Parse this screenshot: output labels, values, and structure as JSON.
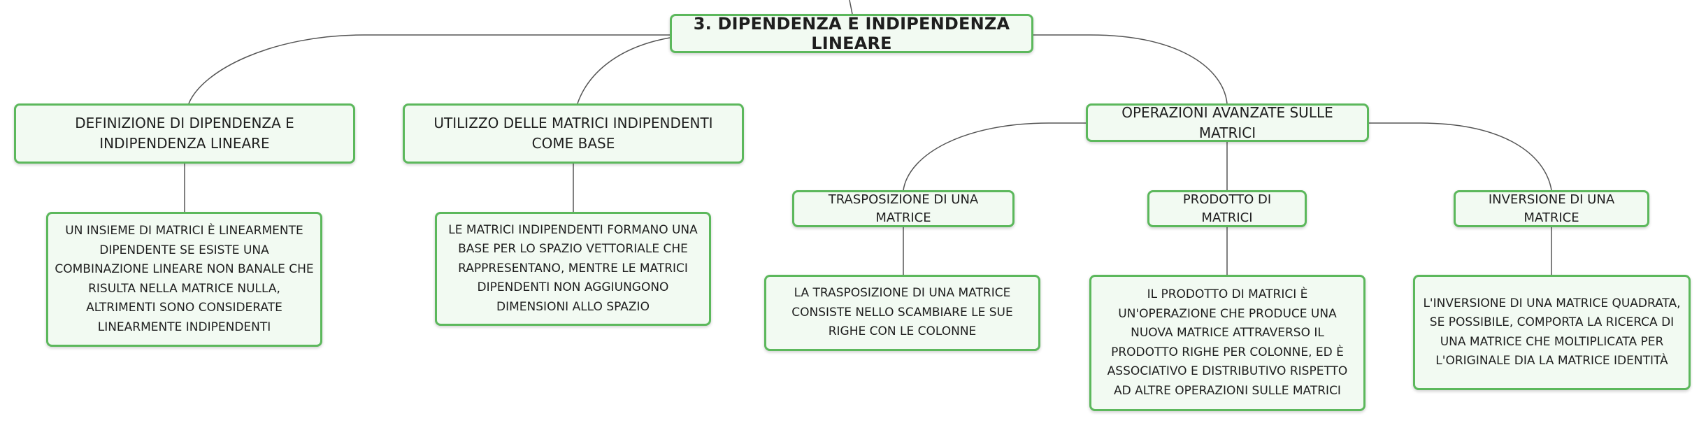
{
  "root": {
    "title": "3. DIPENDENZA E INDIPENDENZA LINEARE"
  },
  "branches": {
    "definizione": {
      "title": "DEFINIZIONE DI DIPENDENZA E INDIPENDENZA LINEARE",
      "description": "UN INSIEME DI MATRICI È LINEARMENTE DIPENDENTE SE ESISTE UNA COMBINAZIONE LINEARE NON BANALE CHE RISULTA NELLA MATRICE NULLA, ALTRIMENTI SONO CONSIDERATE LINEARMENTE INDIPENDENTI"
    },
    "utilizzo": {
      "title": "UTILIZZO DELLE MATRICI INDIPENDENTI COME BASE",
      "description": "LE MATRICI INDIPENDENTI FORMANO UNA BASE PER LO SPAZIO VETTORIALE CHE RAPPRESENTANO, MENTRE LE MATRICI DIPENDENTI NON AGGIUNGONO DIMENSIONI ALLO SPAZIO"
    },
    "operazioni": {
      "title": "OPERAZIONI AVANZATE SULLE MATRICI",
      "children": {
        "trasposizione": {
          "title": "TRASPOSIZIONE DI UNA MATRICE",
          "description": "LA TRASPOSIZIONE DI UNA MATRICE CONSISTE NELLO SCAMBIARE LE SUE RIGHE CON LE COLONNE"
        },
        "prodotto": {
          "title": "PRODOTTO DI MATRICI",
          "description": "IL PRODOTTO DI MATRICI È UN'OPERAZIONE CHE PRODUCE UNA NUOVA MATRICE ATTRAVERSO IL PRODOTTO RIGHE PER COLONNE, ED È ASSOCIATIVO E DISTRIBUTIVO RISPETTO AD ALTRE OPERAZIONI SULLE MATRICI"
        },
        "inversione": {
          "title": "INVERSIONE DI UNA MATRICE",
          "description": "L'INVERSIONE DI UNA MATRICE QUADRATA, SE POSSIBILE, COMPORTA LA RICERCA DI UNA MATRICE CHE MOLTIPLICATA PER L'ORIGINALE DIA LA MATRICE IDENTITÀ"
        }
      }
    }
  },
  "colors": {
    "border": "#5cb85c",
    "fill": "#f2faf2",
    "connector": "#555555",
    "text": "#1e1e1e"
  }
}
